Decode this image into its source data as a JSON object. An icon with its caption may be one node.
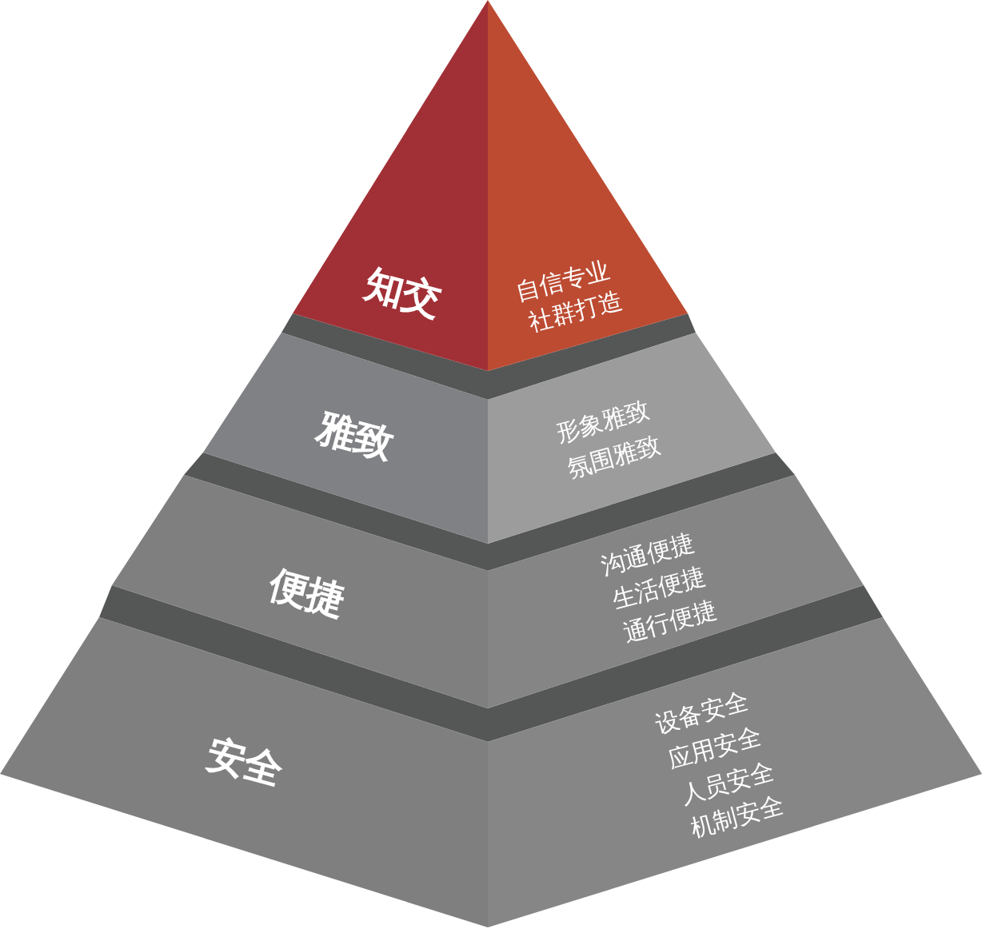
{
  "diagram": {
    "nodes": [
      {
        "text": [
          "知交",
          "自信专业",
          "社群打造"
        ]
      },
      {
        "text": [
          "雅致",
          "形象雅致",
          "氛围雅致"
        ]
      },
      {
        "text": [
          "便捷",
          "沟通便捷",
          "生活便捷",
          "通行便捷"
        ]
      },
      {
        "text": [
          "安全",
          "设备安全",
          "应用安全",
          "人员安全",
          "机制安全"
        ]
      }
    ]
  }
}
